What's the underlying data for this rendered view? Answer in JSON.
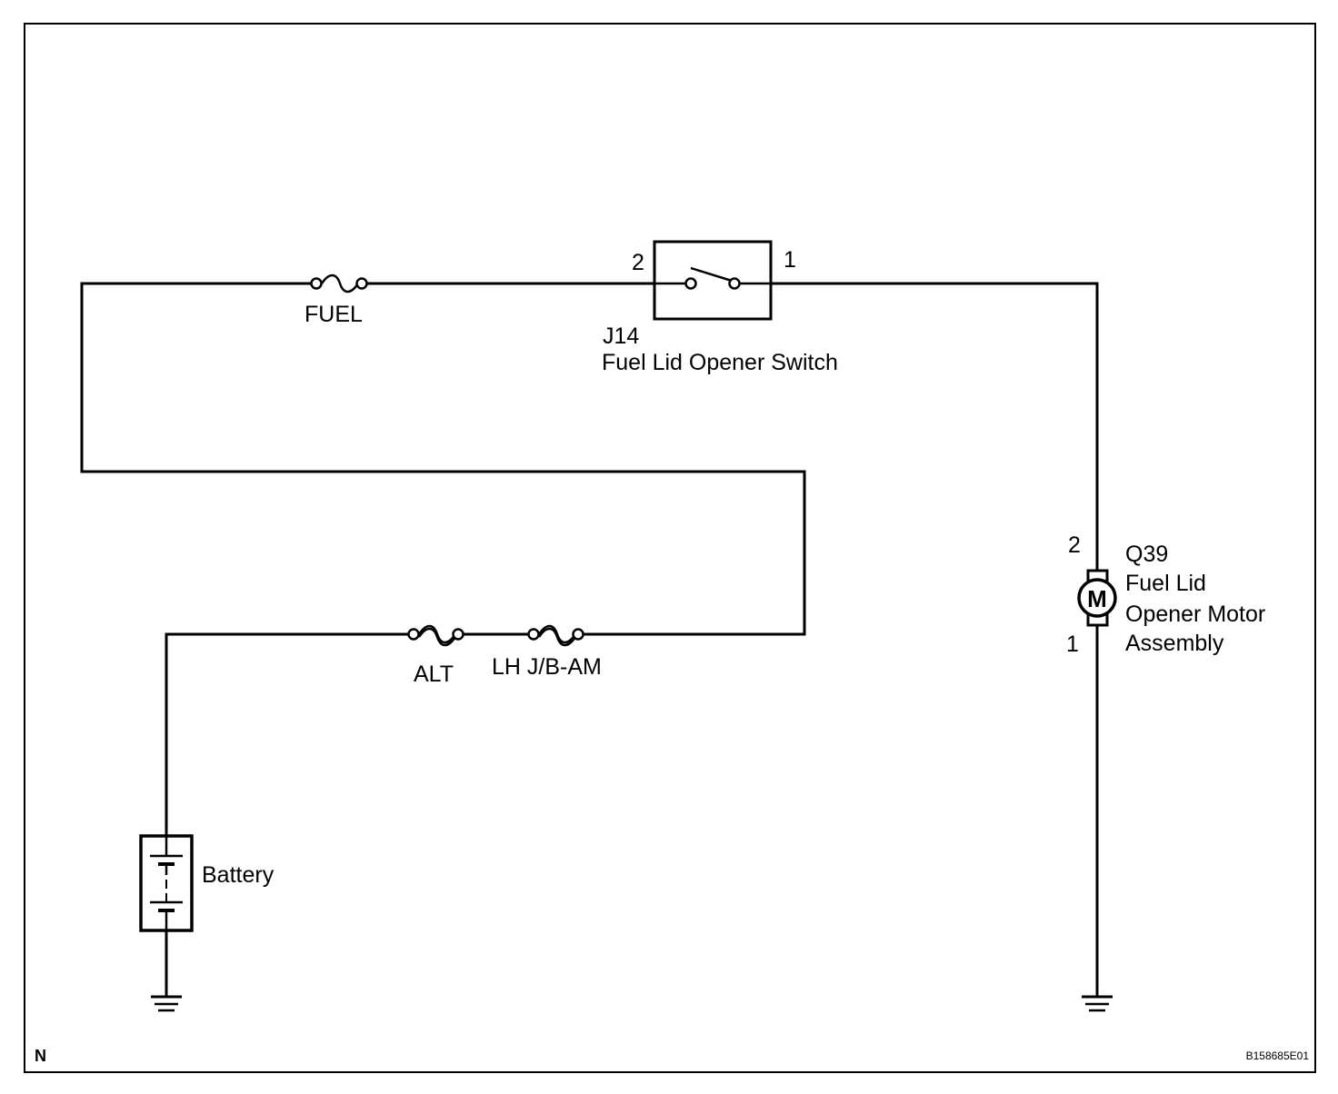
{
  "fuses": {
    "fuel": "FUEL",
    "alt": "ALT",
    "lh_jb_am": "LH J/B-AM"
  },
  "switch": {
    "code": "J14",
    "name": "Fuel Lid Opener Switch",
    "pin_left": "2",
    "pin_right": "1"
  },
  "motor": {
    "code": "Q39",
    "name_line1": "Fuel Lid",
    "name_line2": "Opener Motor",
    "name_line3": "Assembly",
    "symbol": "M",
    "pin_top": "2",
    "pin_bottom": "1"
  },
  "battery": {
    "label": "Battery"
  },
  "footer": {
    "corner_mark": "N",
    "figure_id": "B158685E01"
  },
  "icons": {
    "fuse": "fuse-icon",
    "switch": "switch-icon",
    "motor": "motor-icon",
    "battery": "battery-icon",
    "ground": "ground-icon"
  }
}
